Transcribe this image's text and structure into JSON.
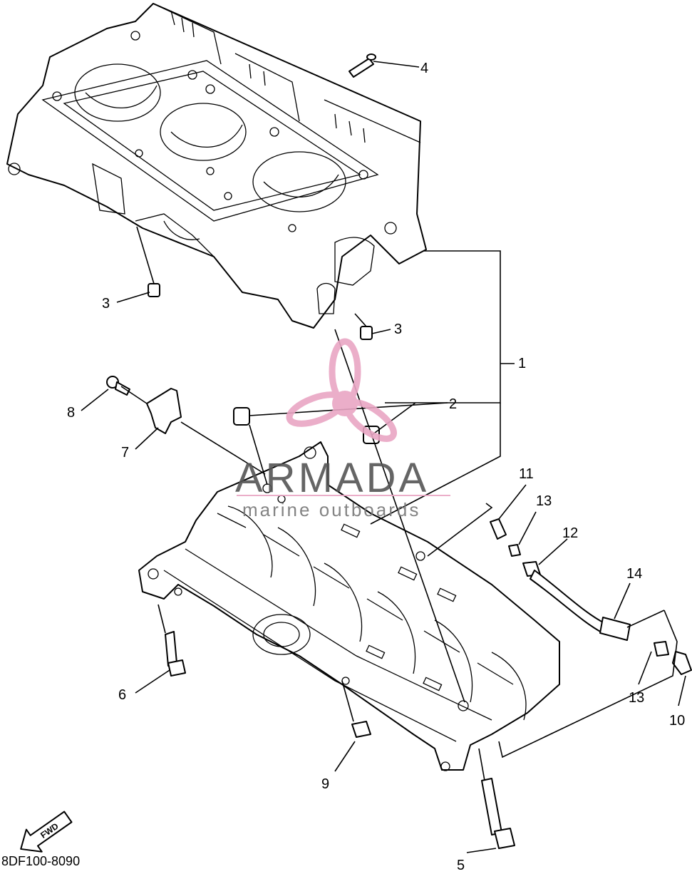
{
  "diagram": {
    "callouts": [
      "1",
      "2",
      "3",
      "3",
      "4",
      "5",
      "6",
      "7",
      "8",
      "9",
      "10",
      "11",
      "12",
      "13",
      "13",
      "14"
    ],
    "diagram_code": "8DF100-8090",
    "fwd_label": "FWD"
  },
  "watermark": {
    "brand": "ARMADA",
    "tagline": "marine outboards",
    "color": "#e9a6c4"
  }
}
